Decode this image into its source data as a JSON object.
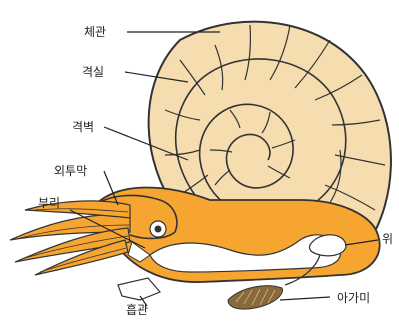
{
  "diagram": {
    "labels": {
      "siphuncle": "체관",
      "chamber": "격실",
      "septum": "격벽",
      "mantle": "외투막",
      "beak": "부리",
      "stomach": "위",
      "funnel": "흡관",
      "gill": "아가미"
    },
    "colors": {
      "shell": "#f5ddb0",
      "body": "#f7a531",
      "outline": "#333333",
      "gill": "#8a6a3a",
      "eye": "#ffffff"
    }
  }
}
